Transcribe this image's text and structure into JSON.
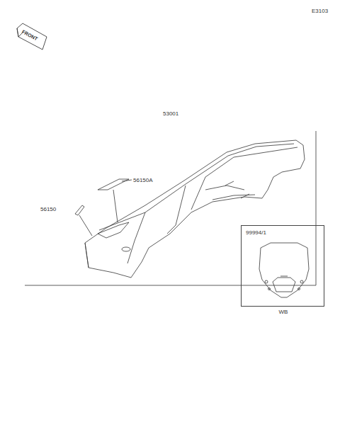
{
  "diagram": {
    "nodes": [
      {
        "text": [
          "99994/1",
          "WB"
        ]
      }
    ],
    "labels": [
      "E3103",
      "FRONT",
      "53001",
      "56150A",
      "56150"
    ]
  }
}
